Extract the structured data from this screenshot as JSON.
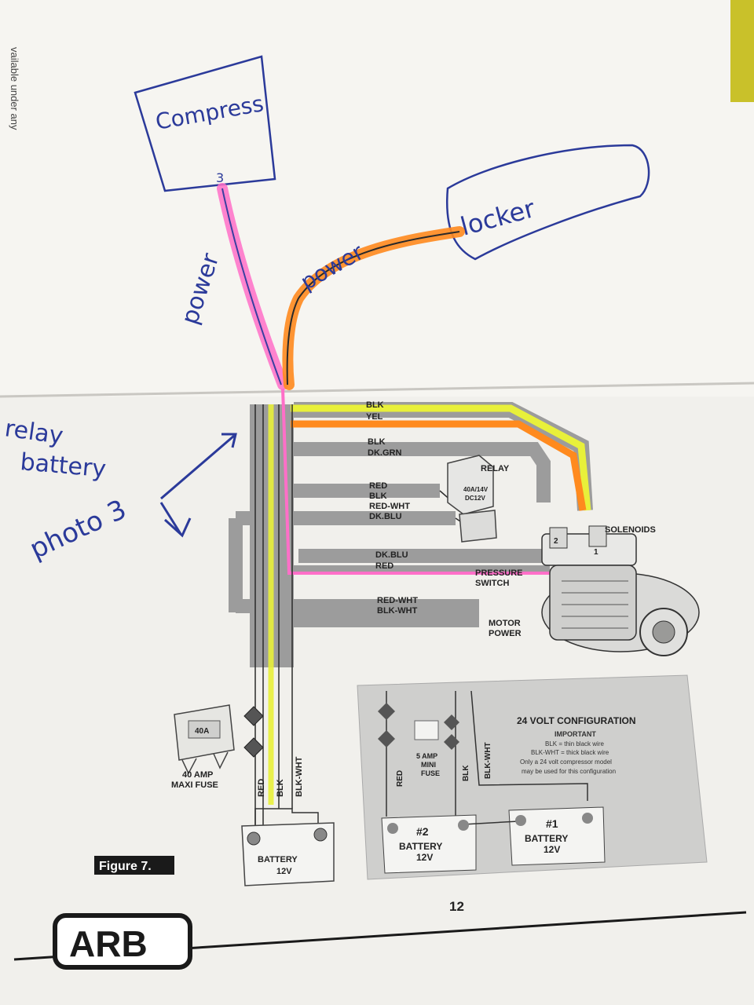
{
  "margin_text": "vailable under any",
  "handwritten": {
    "compressor": "Compress",
    "terminal": "3",
    "power_1": "power",
    "power_2": "power",
    "locker": "locker",
    "relay_note": "relay",
    "battery_note": "battery",
    "photo_note": "photo 3"
  },
  "wire_labels": {
    "blk_1": "BLK",
    "yel": "YEL",
    "blk_2": "BLK",
    "dk_grn": "DK.GRN",
    "red_1": "RED",
    "blk_3": "BLK",
    "red_wht_1": "RED-WHT",
    "dk_blu_1": "DK.BLU",
    "dk_blu_2": "DK.BLU",
    "red_2": "RED",
    "red_wht_2": "RED-WHT",
    "blk_wht_1": "BLK-WHT",
    "red_v": "RED",
    "blk_v": "BLK",
    "blk_wht_v": "BLK-WHT"
  },
  "components": {
    "relay": "RELAY",
    "relay_rating_1": "40A/14V",
    "relay_rating_2": "DC12V",
    "solenoids": "SOLENOIDS",
    "sol_2": "2",
    "sol_1": "1",
    "pressure_1": "PRESSURE",
    "pressure_2": "SWITCH",
    "motor_1": "MOTOR",
    "motor_2": "POWER",
    "fuse_face": "40A",
    "fuse_1": "40 AMP",
    "fuse_2": "MAXI FUSE",
    "battery": "BATTERY",
    "battery_v": "12V",
    "figure": "Figure 7.",
    "page_num": "12",
    "logo": "ARB"
  },
  "config24": {
    "title": "24 VOLT CONFIGURATION",
    "important": "IMPORTANT",
    "note_1": "BLK = thin black wire",
    "note_2": "BLK-WHT = thick black wire",
    "note_3": "Only a 24 volt compressor model",
    "note_4": "may be used for this configuration",
    "fuse_1": "5 AMP",
    "fuse_2": "MINI",
    "fuse_3": "FUSE",
    "red": "RED",
    "blk": "BLK",
    "blk_wht": "BLK-WHT",
    "bat2_num": "#2",
    "bat1_num": "#1",
    "battery": "BATTERY",
    "battery_v": "12V"
  },
  "colors": {
    "ink_blue": "#2b3a9a",
    "pink": "#ff6fc8",
    "orange": "#ff8a1e",
    "yellow": "#e8f03a",
    "harness_gray": "#9c9c9c",
    "panel_gray": "#cfcfcd"
  }
}
